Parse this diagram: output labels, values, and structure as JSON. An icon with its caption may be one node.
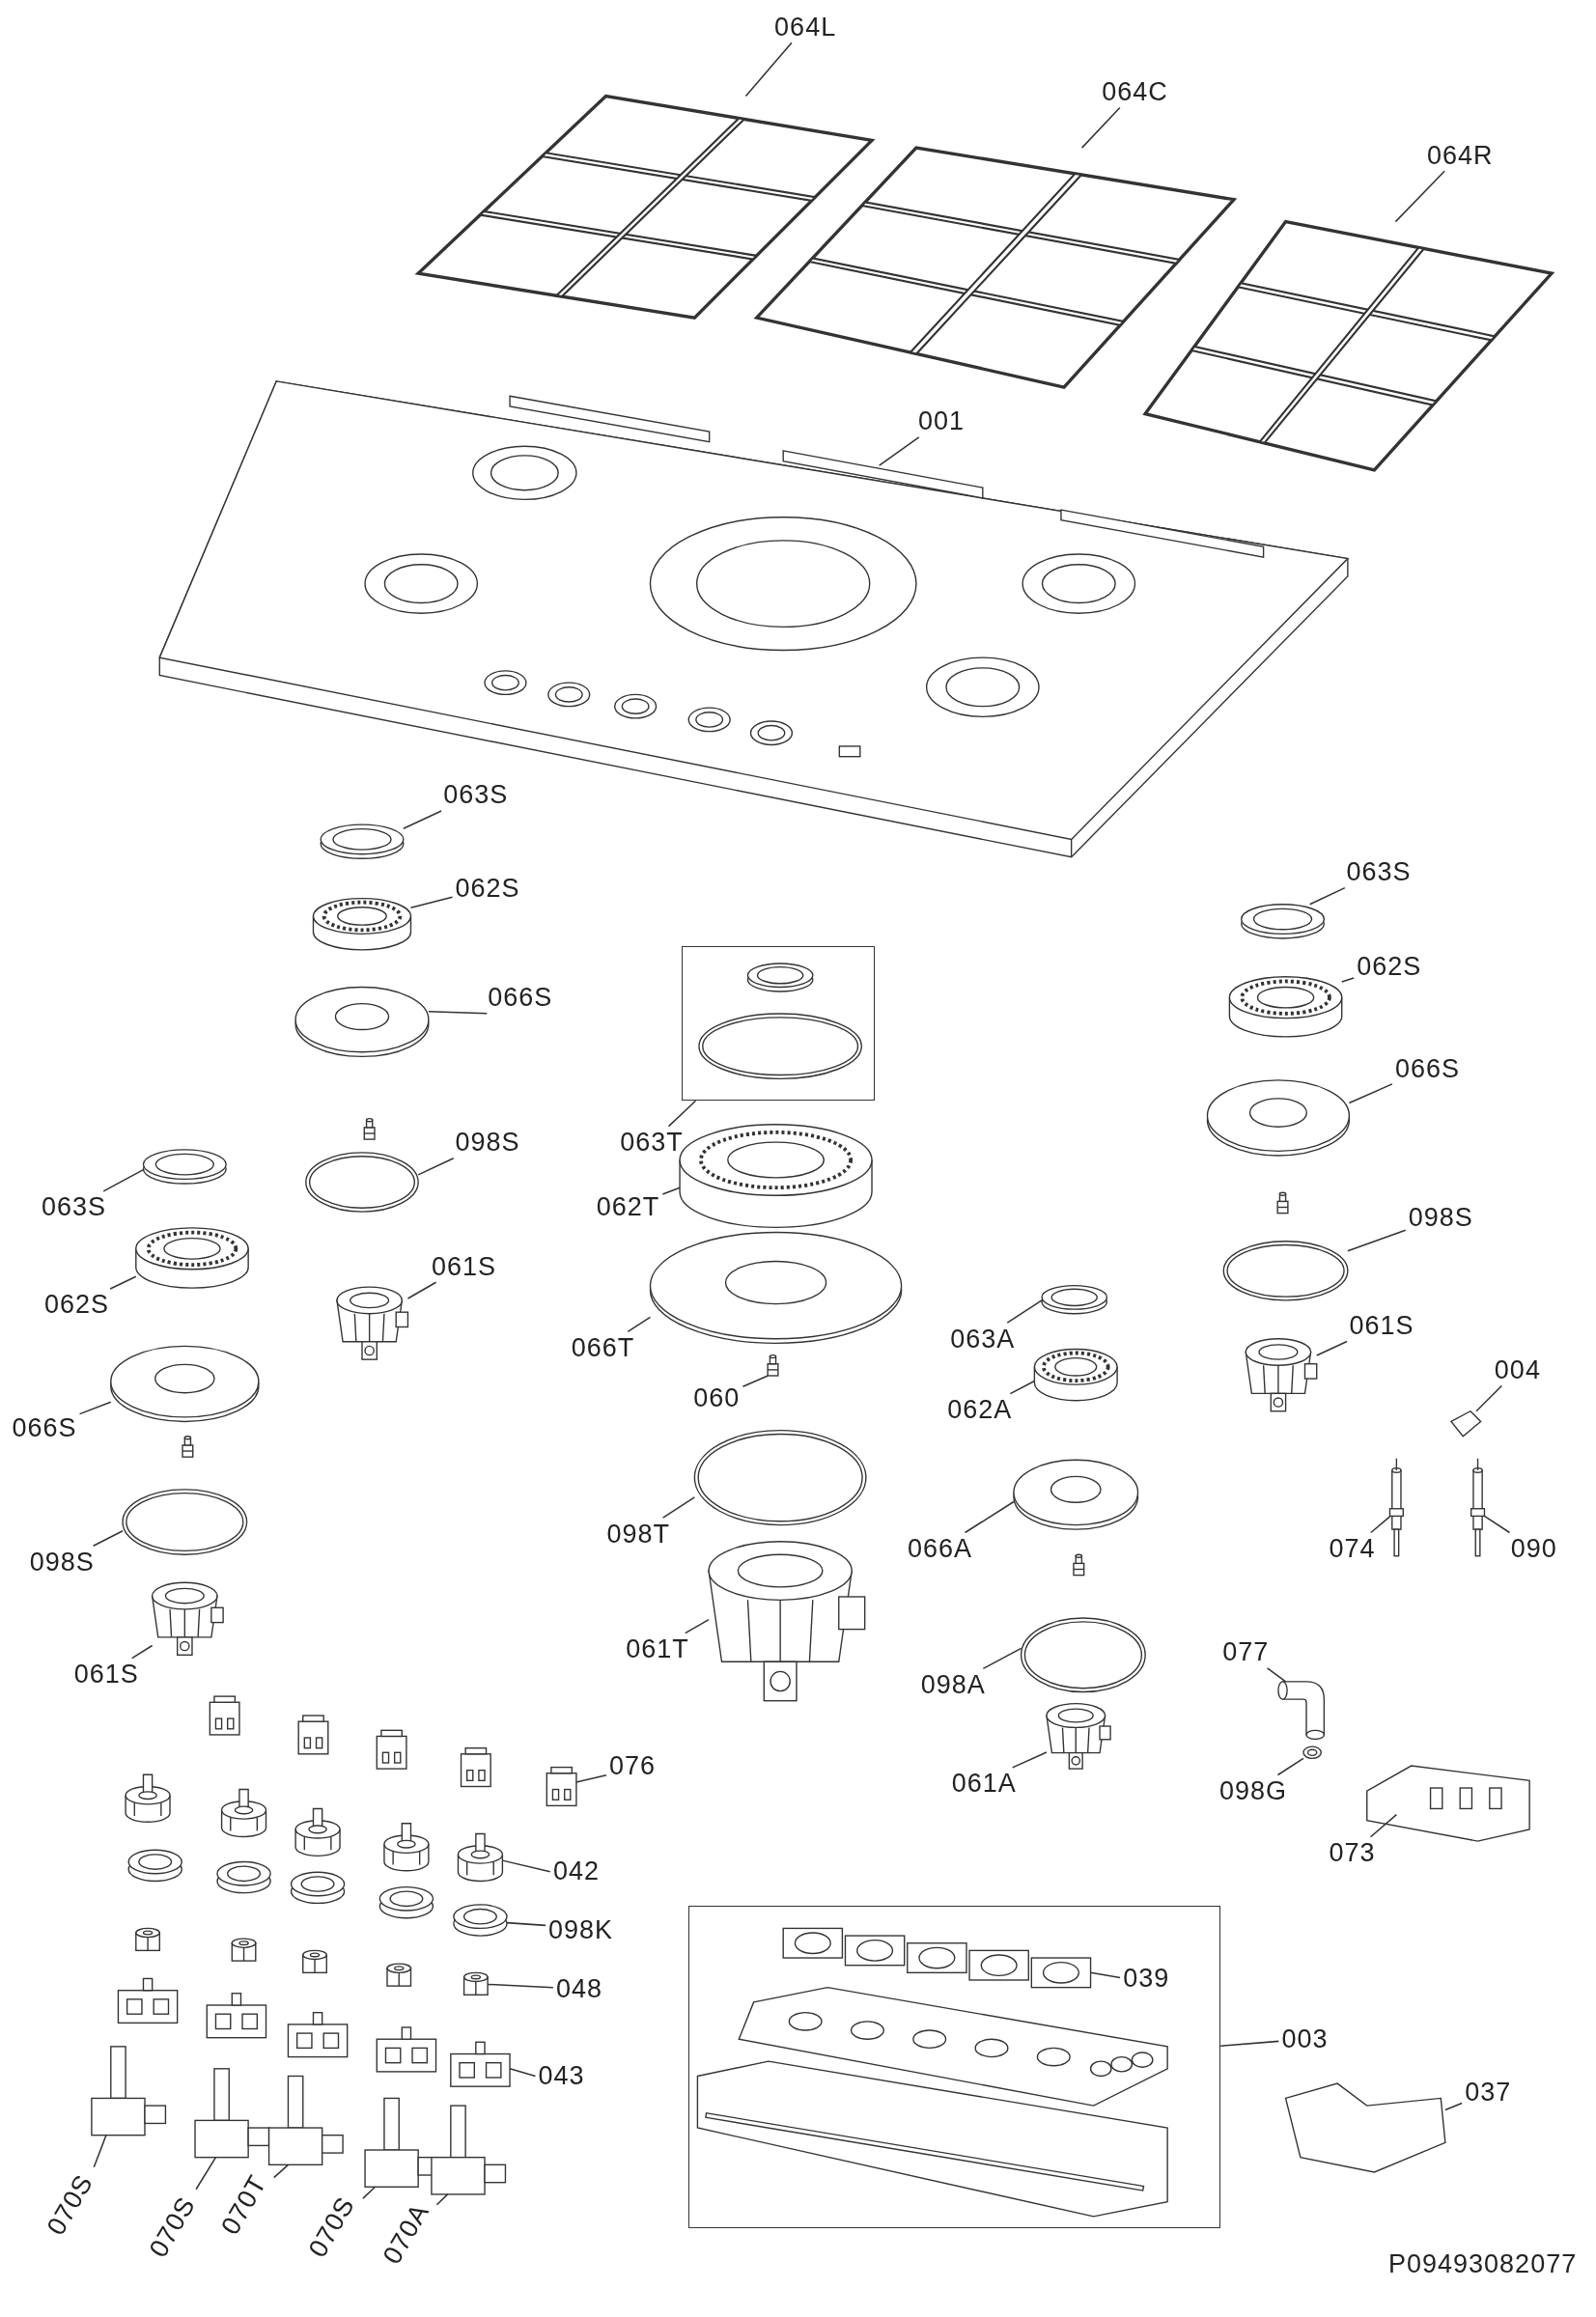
{
  "diagram": {
    "nodes": [
      {
        "text": [
          "064L"
        ]
      },
      {
        "text": [
          "064C"
        ]
      },
      {
        "text": [
          "064R"
        ]
      },
      {
        "text": [
          "001"
        ]
      },
      {
        "text": [
          "063S"
        ]
      },
      {
        "text": [
          "062S"
        ]
      },
      {
        "text": [
          "066S"
        ]
      },
      {
        "text": [],
        "shape": "box"
      },
      {
        "text": [
          "063T"
        ]
      },
      {
        "text": [
          "098S"
        ]
      },
      {
        "text": [
          "063S"
        ]
      },
      {
        "text": [
          "062T"
        ]
      },
      {
        "text": [
          "061S"
        ]
      },
      {
        "text": [
          "062S"
        ]
      },
      {
        "text": [
          "066T"
        ]
      },
      {
        "text": [
          "066S"
        ]
      },
      {
        "text": [
          "060"
        ]
      },
      {
        "text": [
          "063A"
        ]
      },
      {
        "text": [
          "062A"
        ]
      },
      {
        "text": [
          "063S"
        ]
      },
      {
        "text": [
          "062S"
        ]
      },
      {
        "text": [
          "066S"
        ]
      },
      {
        "text": [
          "098S"
        ]
      },
      {
        "text": [
          "061S"
        ]
      },
      {
        "text": [
          "004"
        ]
      },
      {
        "text": [
          "098S"
        ]
      },
      {
        "text": [
          "098T"
        ]
      },
      {
        "text": [
          "066A"
        ]
      },
      {
        "text": [
          "074"
        ]
      },
      {
        "text": [
          "090"
        ]
      },
      {
        "text": [
          "061T"
        ]
      },
      {
        "text": [
          "077"
        ]
      },
      {
        "text": [
          "098A"
        ]
      },
      {
        "text": [
          "061S"
        ]
      },
      {
        "text": [
          "061A"
        ]
      },
      {
        "text": [
          "098G"
        ]
      },
      {
        "text": [
          "076"
        ]
      },
      {
        "text": [
          "073"
        ]
      },
      {
        "text": [
          "042"
        ]
      },
      {
        "text": [
          "098K"
        ]
      },
      {
        "text": [],
        "shape": "box"
      },
      {
        "text": [
          "039"
        ],
        "in": 40
      },
      {
        "text": [
          "048"
        ]
      },
      {
        "text": [
          "003"
        ]
      },
      {
        "text": [
          "043"
        ]
      },
      {
        "text": [
          "037"
        ]
      },
      {
        "text": [
          "070S"
        ]
      },
      {
        "text": [
          "070S"
        ]
      },
      {
        "text": [
          "070T"
        ]
      },
      {
        "text": [
          "070S"
        ]
      },
      {
        "text": [
          "070A"
        ]
      },
      {
        "text": [],
        "shape": "picture"
      },
      {
        "text": [],
        "shape": "picture"
      },
      {
        "text": [],
        "shape": "picture"
      },
      {
        "text": [],
        "shape": "picture"
      },
      {
        "text": [],
        "shape": "picture"
      },
      {
        "text": [],
        "shape": "picture"
      },
      {
        "text": [],
        "shape": "picture"
      },
      {
        "text": [],
        "shape": "picture"
      },
      {
        "text": [],
        "shape": "picture"
      },
      {
        "text": [],
        "shape": "picture"
      },
      {
        "text": [],
        "shape": "picture"
      },
      {
        "text": [],
        "shape": "picture"
      },
      {
        "text": [],
        "shape": "picture"
      },
      {
        "text": [],
        "shape": "picture"
      },
      {
        "text": [],
        "shape": "picture"
      },
      {
        "text": [],
        "shape": "picture"
      },
      {
        "text": [],
        "shape": "picture"
      },
      {
        "text": [],
        "shape": "picture"
      },
      {
        "text": [],
        "shape": "picture"
      },
      {
        "text": [],
        "shape": "picture"
      },
      {
        "text": [],
        "shape": "picture"
      },
      {
        "text": [],
        "shape": "picture"
      },
      {
        "text": [],
        "shape": "picture"
      },
      {
        "text": [],
        "shape": "picture"
      },
      {
        "text": [],
        "shape": "picture"
      },
      {
        "text": [],
        "shape": "picture"
      },
      {
        "text": [],
        "shape": "picture"
      },
      {
        "text": [],
        "shape": "picture"
      },
      {
        "text": [],
        "shape": "picture"
      },
      {
        "text": [],
        "shape": "picture"
      },
      {
        "text": [],
        "shape": "picture"
      },
      {
        "text": [],
        "shape": "picture"
      },
      {
        "text": [],
        "shape": "picture"
      },
      {
        "text": [],
        "shape": "picture"
      },
      {
        "text": [],
        "shape": "picture"
      },
      {
        "text": [],
        "shape": "picture"
      },
      {
        "text": [],
        "shape": "picture"
      },
      {
        "text": [],
        "shape": "picture"
      },
      {
        "text": [],
        "shape": "picture",
        "in": 40
      },
      {
        "text": [],
        "shape": "picture"
      },
      {
        "text": [],
        "shape": "picture"
      },
      {
        "text": [],
        "shape": "picture"
      },
      {
        "text": [],
        "shape": "picture"
      },
      {
        "text": [],
        "shape": "picture"
      },
      {
        "text": [],
        "shape": "picture"
      },
      {
        "text": [],
        "shape": "picture"
      },
      {
        "text": [],
        "shape": "picture"
      }
    ],
    "edges": [
      {
        "from": 0,
        "to": 51,
        "arrow": "none"
      },
      {
        "from": 1,
        "to": 52,
        "arrow": "none"
      },
      {
        "from": 2,
        "to": 53,
        "arrow": "none"
      },
      {
        "from": 3,
        "to": 54,
        "arrow": "none"
      },
      {
        "from": 4,
        "to": 55,
        "arrow": "none"
      },
      {
        "from": 5,
        "to": 56,
        "arrow": "none"
      },
      {
        "from": 6,
        "to": 57,
        "arrow": "none"
      },
      {
        "from": 8,
        "to": 7,
        "arrow": "none"
      },
      {
        "from": 9,
        "to": 58,
        "arrow": "none"
      },
      {
        "from": 10,
        "to": 59,
        "arrow": "none"
      },
      {
        "from": 11,
        "to": 60,
        "arrow": "none"
      },
      {
        "from": 12,
        "to": 61,
        "arrow": "none"
      },
      {
        "from": 13,
        "to": 62,
        "arrow": "none"
      },
      {
        "from": 14,
        "to": 63,
        "arrow": "none"
      },
      {
        "from": 15,
        "to": 64,
        "arrow": "none"
      },
      {
        "from": 16,
        "to": 65,
        "arrow": "none"
      },
      {
        "from": 17,
        "to": 66,
        "arrow": "none"
      },
      {
        "from": 18,
        "to": 67,
        "arrow": "none"
      },
      {
        "from": 19,
        "to": 68,
        "arrow": "none"
      },
      {
        "from": 20,
        "to": 69,
        "arrow": "none"
      },
      {
        "from": 21,
        "to": 70,
        "arrow": "none"
      },
      {
        "from": 22,
        "to": 71,
        "arrow": "none"
      },
      {
        "from": 23,
        "to": 72,
        "arrow": "none"
      },
      {
        "from": 24,
        "to": 73,
        "arrow": "none"
      },
      {
        "from": 25,
        "to": 74,
        "arrow": "none"
      },
      {
        "from": 26,
        "to": 75,
        "arrow": "none"
      },
      {
        "from": 27,
        "to": 76,
        "arrow": "none"
      },
      {
        "from": 28,
        "to": 77,
        "arrow": "none"
      },
      {
        "from": 29,
        "to": 78,
        "arrow": "none"
      },
      {
        "from": 30,
        "to": 79,
        "arrow": "none"
      },
      {
        "from": 31,
        "to": 80,
        "arrow": "none"
      },
      {
        "from": 32,
        "to": 81,
        "arrow": "none"
      },
      {
        "from": 33,
        "to": 82,
        "arrow": "none"
      },
      {
        "from": 34,
        "to": 83,
        "arrow": "none"
      },
      {
        "from": 35,
        "to": 84,
        "arrow": "none"
      },
      {
        "from": 36,
        "to": 85,
        "arrow": "none"
      },
      {
        "from": 37,
        "to": 86,
        "arrow": "none"
      },
      {
        "from": 38,
        "to": 87,
        "arrow": "none"
      },
      {
        "from": 39,
        "to": 88,
        "arrow": "none"
      },
      {
        "from": 41,
        "to": 89,
        "arrow": "none"
      },
      {
        "from": 42,
        "to": 90,
        "arrow": "none"
      },
      {
        "from": 43,
        "to": 40,
        "arrow": "none"
      },
      {
        "from": 44,
        "to": 91,
        "arrow": "none"
      },
      {
        "from": 45,
        "to": 92,
        "arrow": "none"
      },
      {
        "from": 46,
        "to": 93,
        "arrow": "none"
      },
      {
        "from": 47,
        "to": 94,
        "arrow": "none"
      },
      {
        "from": 48,
        "to": 95,
        "arrow": "none"
      },
      {
        "from": 49,
        "to": 96,
        "arrow": "none"
      },
      {
        "from": 50,
        "to": 97,
        "arrow": "none"
      }
    ],
    "labels": [
      "P09493082077"
    ]
  }
}
